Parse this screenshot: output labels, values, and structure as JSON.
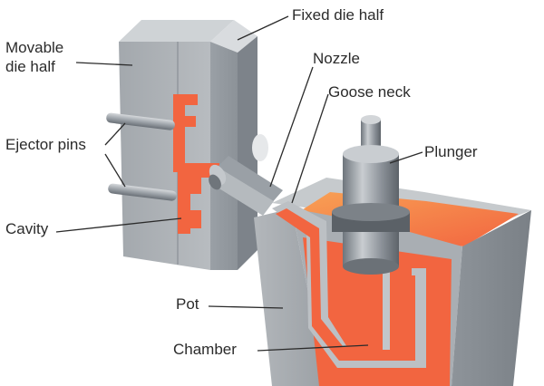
{
  "labels": {
    "movable_die_half_line1": "Movable",
    "movable_die_half_line2": "die half",
    "fixed_die_half": "Fixed die half",
    "nozzle": "Nozzle",
    "goose_neck": "Goose neck",
    "plunger": "Plunger",
    "ejector_pins": "Ejector pins",
    "cavity": "Cavity",
    "pot": "Pot",
    "chamber": "Chamber"
  },
  "colors": {
    "molten_metal": "#f26540",
    "molten_glow": "#f7a15c",
    "steel_light": "#c4c8cc",
    "steel_mid": "#9ca2a8",
    "steel_dark": "#6f757b"
  }
}
